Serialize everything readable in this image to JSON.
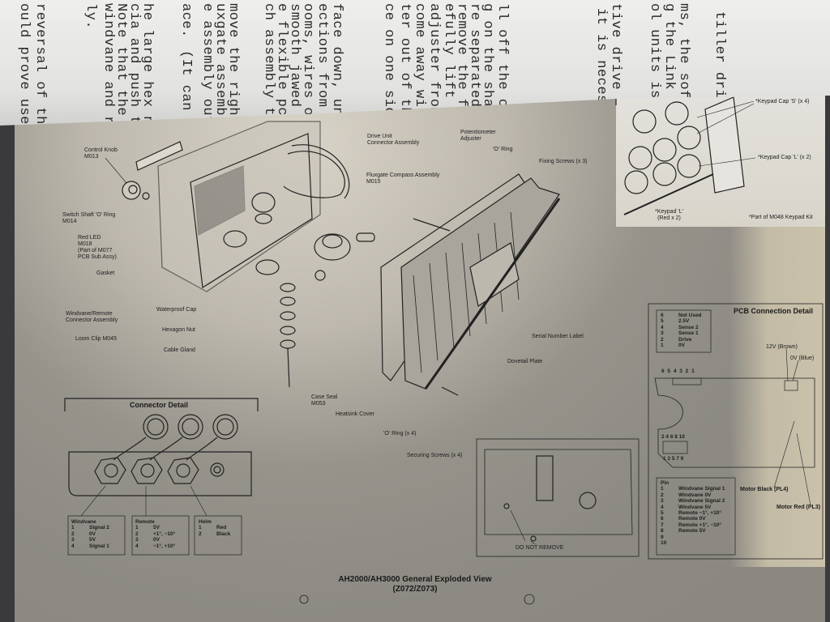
{
  "facing_page": {
    "lines": [
      "ould prove useful.",
      "reversal of the above",
      "ly.",
      "windvane and remote",
      "Note that the",
      "cia and push the drive",
      "he large hex nuts and",
      "ace.",
      "(It can also",
      "e assembly out of the",
      "uxgate assembly in",
      "move the right hand",
      "ch assembly to the pcb",
      "e flexible pcb. Do",
      "smooth jawed pliers",
      "ooms, wires or",
      "ections from the pcb",
      "face down, unplug the",
      "ce on one side.",
      "ter out of the rear",
      "come away with the",
      "adjuster from the",
      "efully lift away the",
      "remove the four",
      "re separated. Lay",
      "g on the shaft will",
      "ll off the control",
      "it is necessary",
      "tive drive units",
      "ol units is the",
      "g the Link LK1.",
      "ms, the software",
      "tiller drive"
    ]
  },
  "labels": [
    "Control Knob\nM013",
    "Switch Shaft 'O' Ring\nM014",
    "Red LED\nM018\n(Part of M077\nPCB Sub Assy)",
    "Gasket",
    "Windvane/Remote\nConnector Assembly",
    "Loom Clip M045",
    "Waterproof Cap",
    "Hexagon Nut",
    "Cable Gland",
    "Drive Unit\nConnector Assembly",
    "Potentiometer\nAdjuster",
    "'O' Ring",
    "Fixing Screws (x 3)",
    "Fluxgate Compass Assembly\nM015",
    "Serial Number Label",
    "Dovetail Plate",
    "Case Seal\nM053",
    "Heatsink Cover",
    "'O' Ring (x 4)",
    "Securing Screws (x 4)",
    "DO NOT REMOVE",
    "*Keypad Cap 'S' (x 4)",
    "*Keypad Cap 'L' (x 2)",
    "*Keypad 'L'\n(Red x 2)",
    "*Part of M048 Keypad Kit"
  ],
  "connector_detail": {
    "title": "Connector Detail",
    "windvane": {
      "title": "Windvane",
      "pins": [
        [
          "1",
          "Signal 2"
        ],
        [
          "2",
          "0V"
        ],
        [
          "3",
          "5V"
        ],
        [
          "4",
          "Signal 1"
        ]
      ]
    },
    "remote": {
      "title": "Remote",
      "pins": [
        [
          "1",
          "5V"
        ],
        [
          "2",
          "+1°, −10°"
        ],
        [
          "3",
          "0V"
        ],
        [
          "4",
          "−1°, +10°"
        ]
      ]
    },
    "helm": {
      "title": "Helm",
      "pins": [
        [
          "1",
          "Red"
        ],
        [
          "2",
          "Black"
        ]
      ]
    }
  },
  "pcb_detail": {
    "title": "PCB Connection Detail",
    "top_connector": [
      [
        "6",
        "Not Used"
      ],
      [
        "5",
        "2.5V"
      ],
      [
        "4",
        "Sense 2"
      ],
      [
        "3",
        "Sense 1"
      ],
      [
        "2",
        "Drive"
      ],
      [
        "1",
        "0V"
      ]
    ],
    "top_numbers": "6 5 4 3 2 1",
    "power_12v": "12V (Brown)",
    "power_0v": "0V (Blue)",
    "even_pins": "2 4 6 8 10",
    "odd_pins": "1 3 5 7 9",
    "pin_header": "Pin",
    "pins": [
      [
        "1",
        "Windvane Signal 1"
      ],
      [
        "2",
        "Windvane 0V"
      ],
      [
        "3",
        "Windvane Signal 2"
      ],
      [
        "4",
        "Windvane 5V"
      ],
      [
        "5",
        "Remote −1°, +10°"
      ],
      [
        "6",
        "Remote 0V"
      ],
      [
        "7",
        "Remote +1°, −10°"
      ],
      [
        "8",
        "Remote 5V"
      ],
      [
        "9",
        ""
      ],
      [
        "10",
        ""
      ]
    ],
    "motor_black": "Motor Black (PL4)",
    "motor_red": "Motor Red (PL3)"
  },
  "caption": {
    "title": "AH2000/AH3000 General Exploded View",
    "code": "(Z072/Z073)"
  }
}
